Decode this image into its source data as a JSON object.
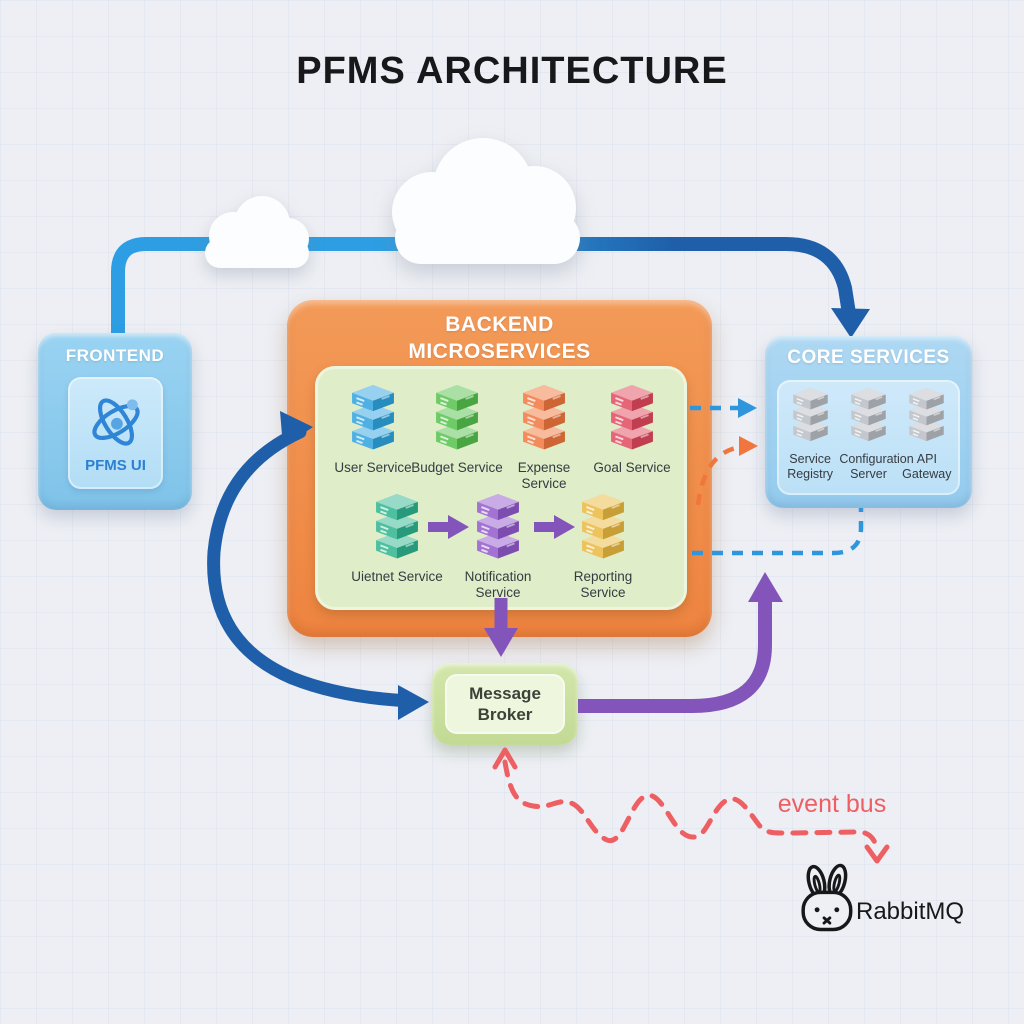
{
  "title": "PFMS ARCHITECTURE",
  "frontend": {
    "title": "FRONTEND",
    "app": "PFMS UI",
    "icon": "atom-icon"
  },
  "backend": {
    "title_line1": "BACKEND",
    "title_line2": "MICROSERVICES",
    "services_row1": [
      {
        "label": "User Service",
        "color": "#2ea3de",
        "icon": "server-stack-icon"
      },
      {
        "label": "Budget Service",
        "color": "#54c14c",
        "icon": "server-stack-icon"
      },
      {
        "label": "Expense Service",
        "color": "#f0763d",
        "icon": "server-stack-icon"
      },
      {
        "label": "Goal Service",
        "color": "#e0495d",
        "icon": "server-stack-icon"
      }
    ],
    "services_row2": [
      {
        "label": "Uietnet Service",
        "color": "#2db48e",
        "icon": "server-stack-icon"
      },
      {
        "label": "Notification Service",
        "color": "#9259cc",
        "icon": "server-stack-icon"
      },
      {
        "label": "Reporting Service",
        "color": "#e9b83f",
        "icon": "server-stack-icon"
      }
    ]
  },
  "core": {
    "title": "CORE SERVICES",
    "stack_color": "#b9bdc3",
    "items": [
      {
        "label": "Service Registry",
        "icon": "server-stack-icon"
      },
      {
        "label": "Configuration Server",
        "icon": "server-stack-icon"
      },
      {
        "label": "API Gateway",
        "icon": "server-stack-icon"
      }
    ]
  },
  "broker": {
    "label": "Message Broker"
  },
  "event_bus": {
    "label": "event bus"
  },
  "rabbitmq": {
    "label": "RabbitMQ",
    "icon": "rabbit-icon"
  },
  "colors": {
    "ink": "#17181a",
    "blue_line": "#2d9ee3",
    "blue_dark": "#1f5fa9",
    "purple": "#8355bb",
    "dashed_blue": "#2f96dd",
    "dashed_orange": "#f0763d",
    "event_red": "#ee5f63",
    "panel_green": "#dfeec8"
  }
}
